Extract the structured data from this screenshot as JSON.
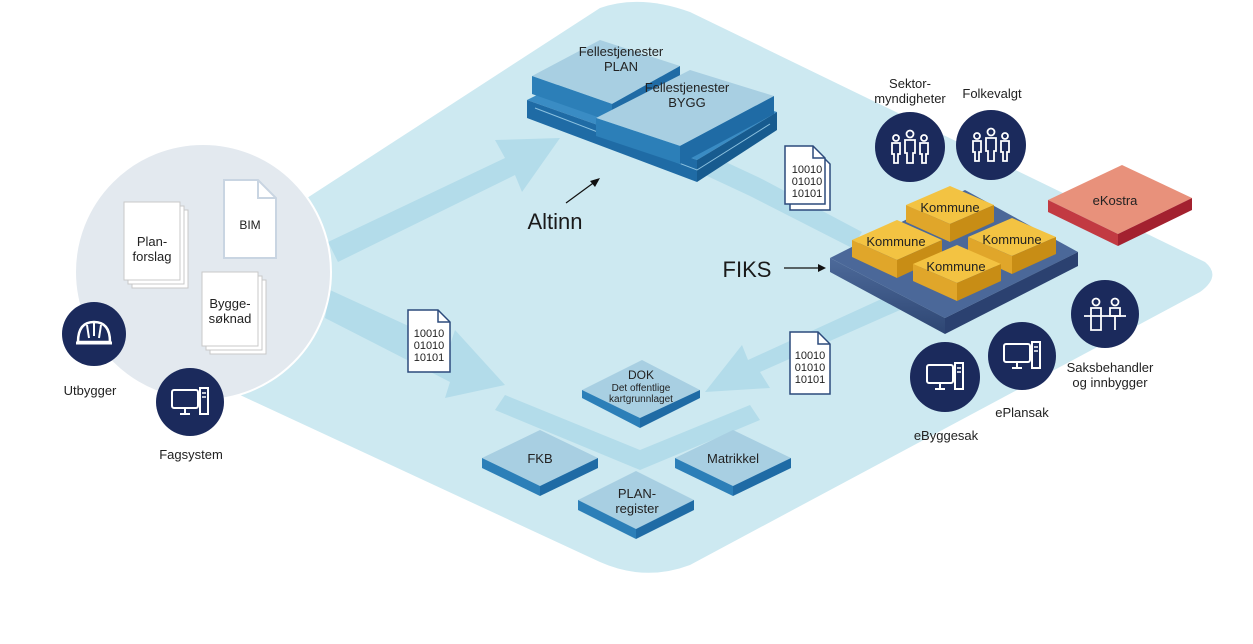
{
  "altinn": {
    "label": "Altinn",
    "services": [
      {
        "line1": "Fellestjenester",
        "line2": "PLAN"
      },
      {
        "line1": "Fellestjenester",
        "line2": "BYGG"
      }
    ]
  },
  "fiks": {
    "label": "FIKS",
    "kommune": [
      "Kommune",
      "Kommune",
      "Kommune",
      "Kommune"
    ]
  },
  "ekostra": "eKostra",
  "left_cluster": {
    "documents": {
      "planforslag": [
        "Plan-",
        "forslag"
      ],
      "bim": "BIM",
      "byggesoknad": [
        "Bygge-",
        "søknad"
      ]
    },
    "actors": {
      "utbygger": "Utbygger",
      "fagsystem": "Fagsystem"
    }
  },
  "right_actors": {
    "sektor": [
      "Sektor-",
      "myndigheter"
    ],
    "folkevalgt": "Folkevalgt",
    "saksbehandler": [
      "Saksbehandler",
      "og innbygger"
    ],
    "eplansak": "ePlansak",
    "ebyggesak": "eByggesak"
  },
  "binary_files": [
    [
      "10010",
      "01010",
      "10101"
    ],
    [
      "10010",
      "01010",
      "10101"
    ],
    [
      "10010",
      "01010",
      "10101"
    ]
  ],
  "registers": {
    "dok": [
      "DOK",
      "Det offentlige",
      "kartgrunnlaget"
    ],
    "fkb": "FKB",
    "matrikkel": "Matrikkel",
    "planregister": [
      "PLAN-",
      "register"
    ]
  },
  "colors": {
    "background_diamond": "#cde9f1",
    "flow_arrow": "#b3dcea",
    "altinn_top": "#a8cfe2",
    "altinn_side": "#2c7fb8",
    "kommune_top": "#f3c342",
    "kommune_side": "#d99a1c",
    "fiks_platform": "#3d5a8a",
    "ekostra_top": "#e8917b",
    "ekostra_side": "#b82b3a",
    "actor_circle": "#1b2a5c"
  }
}
